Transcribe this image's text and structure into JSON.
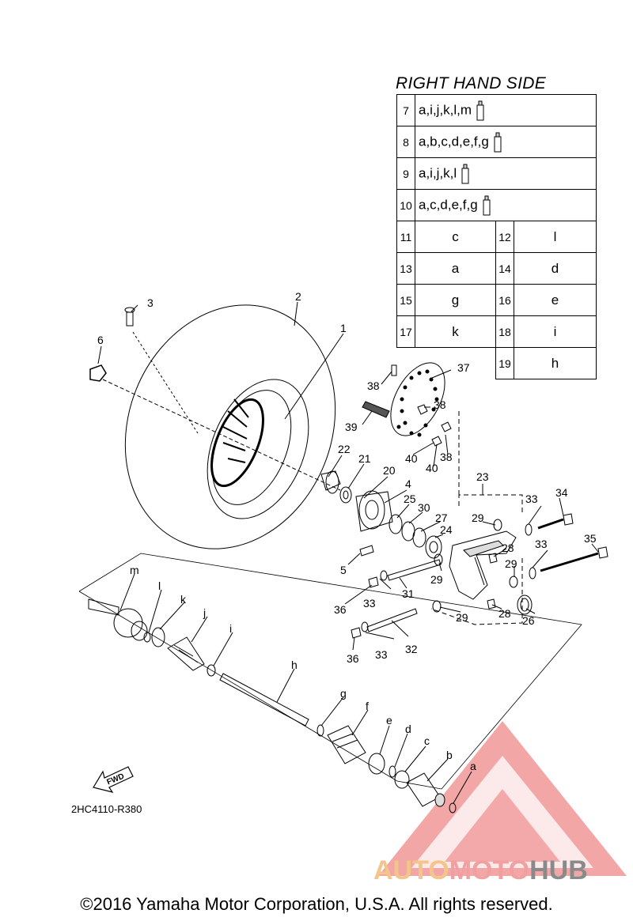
{
  "table": {
    "title": "RIGHT HAND SIDE",
    "rows": [
      {
        "no": "7",
        "codes": "a,i,j,k,l,m"
      },
      {
        "no": "8",
        "codes": "a,b,c,d,e,f,g"
      },
      {
        "no": "9",
        "codes": "a,i,j,k,l"
      },
      {
        "no": "10",
        "codes": "a,c,d,e,f,g"
      }
    ],
    "pairs": [
      {
        "no1": "11",
        "v1": "c",
        "no2": "12",
        "v2": "l"
      },
      {
        "no1": "13",
        "v1": "a",
        "no2": "14",
        "v2": "d"
      },
      {
        "no1": "15",
        "v1": "g",
        "no2": "16",
        "v2": "e"
      },
      {
        "no1": "17",
        "v1": "k",
        "no2": "18",
        "v2": "i"
      }
    ],
    "last": {
      "no": "19",
      "v": "h"
    }
  },
  "callouts": {
    "p1": "1",
    "p2": "2",
    "p3": "3",
    "p4": "4",
    "p5": "5",
    "p6": "6",
    "p20": "20",
    "p21": "21",
    "p22": "22",
    "p23": "23",
    "p24": "24",
    "p25": "25",
    "p26": "26",
    "p27": "27",
    "p28a": "28",
    "p28b": "28",
    "p29a": "29",
    "p29b": "29",
    "p29c": "29",
    "p29d": "29",
    "p30": "30",
    "p31": "31",
    "p32": "32",
    "p33a": "33",
    "p33b": "33",
    "p33c": "33",
    "p33d": "33",
    "p34": "34",
    "p35": "35",
    "p36a": "36",
    "p36b": "36",
    "p37": "37",
    "p38a": "38",
    "p38b": "38",
    "p38c": "38",
    "p39": "39",
    "p40a": "40",
    "p40b": "40",
    "la": "a",
    "lb": "b",
    "lc": "c",
    "ld": "d",
    "le": "e",
    "lf": "f",
    "lg": "g",
    "lh": "h",
    "li": "i",
    "lj": "j",
    "lk": "k",
    "ll": "l",
    "lm": "m"
  },
  "fwd_label": "FWD",
  "diagram_code": "2HC4110-R380",
  "copyright": "©2016 Yamaha Motor Corporation, U.S.A. All rights reserved.",
  "brand": {
    "part1": "AUTO",
    "part2": "MOTO",
    "part3": "HUB"
  },
  "colors": {
    "line": "#000000",
    "brand_yellow": "#f3c58a",
    "brand_red": "#f0a0a0",
    "brand_gray": "#8a8a8a",
    "watermark": "#e85c5c"
  }
}
